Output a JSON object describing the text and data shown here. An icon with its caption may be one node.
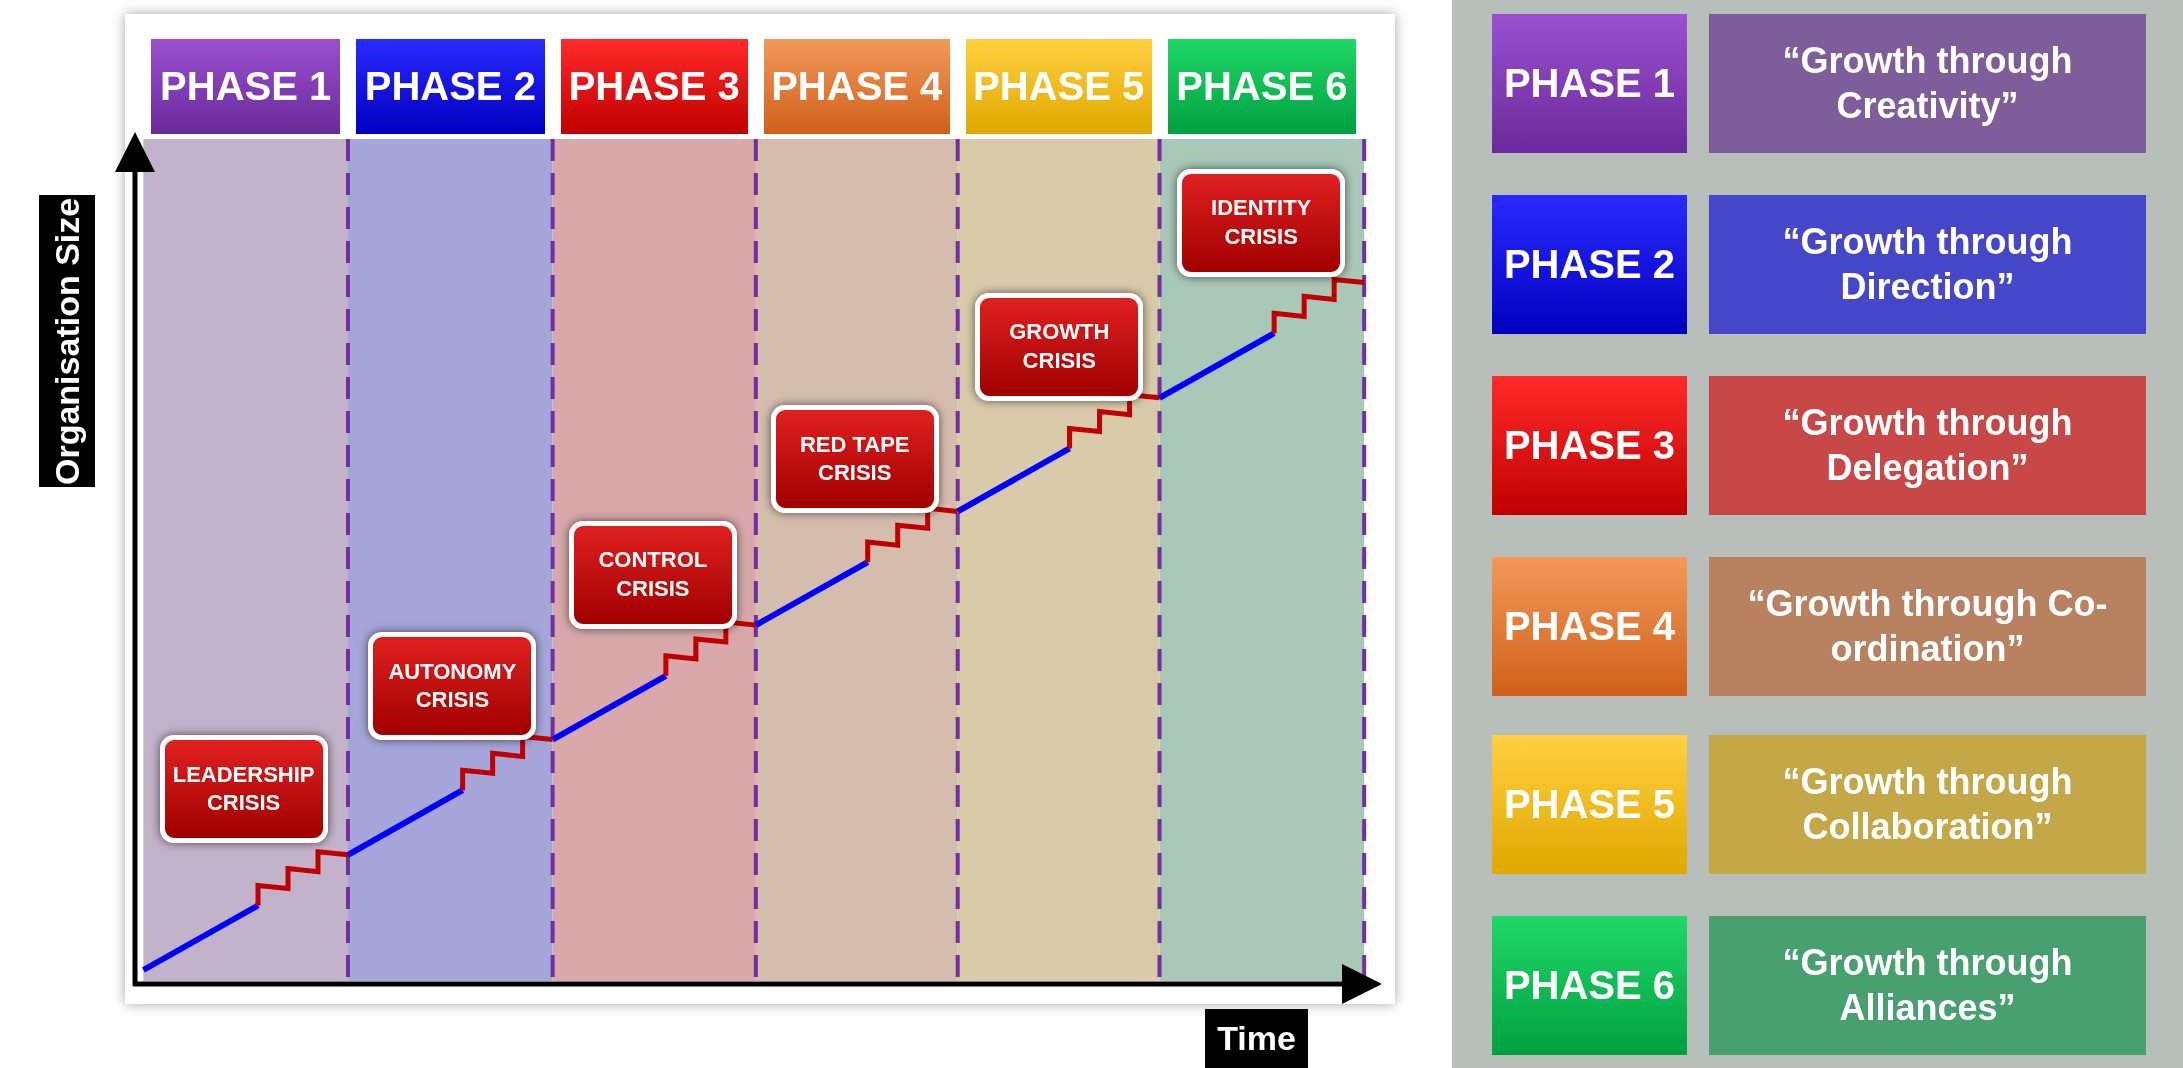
{
  "diagram": {
    "nodes": [
      {
        "text": [
          "PHASE 1"
        ]
      },
      {
        "text": [
          "PHASE 2"
        ]
      },
      {
        "text": [
          "PHASE 3"
        ]
      },
      {
        "text": [
          "PHASE 4"
        ]
      },
      {
        "text": [
          "PHASE 5"
        ]
      },
      {
        "text": [
          "PHASE 6"
        ]
      },
      {
        "text": [
          "LEADERSHIP CRISIS"
        ]
      },
      {
        "text": [
          "AUTONOMY CRISIS"
        ]
      },
      {
        "text": [
          "CONTROL CRISIS"
        ]
      },
      {
        "text": [
          "RED TAPE CRISIS"
        ]
      },
      {
        "text": [
          "GROWTH CRISIS"
        ]
      },
      {
        "text": [
          "IDENTITY CRISIS"
        ]
      },
      {
        "text": [
          "PHASE 1"
        ]
      },
      {
        "text": [
          "“Growth through Creativity”"
        ]
      },
      {
        "text": [
          "PHASE 2"
        ]
      },
      {
        "text": [
          "“Growth through Direction”"
        ]
      },
      {
        "text": [
          "PHASE 3"
        ]
      },
      {
        "text": [
          "“Growth through Delegation”"
        ]
      },
      {
        "text": [
          "PHASE 4"
        ]
      },
      {
        "text": [
          "“Growth through Co-ordination”"
        ]
      },
      {
        "text": [
          "PHASE 5"
        ]
      },
      {
        "text": [
          "“Growth through Collaboration”"
        ]
      },
      {
        "text": [
          "PHASE 6"
        ]
      },
      {
        "text": [
          "“Growth through Alliances”"
        ]
      }
    ],
    "labels": [
      "Organisation Size",
      "Time"
    ]
  }
}
